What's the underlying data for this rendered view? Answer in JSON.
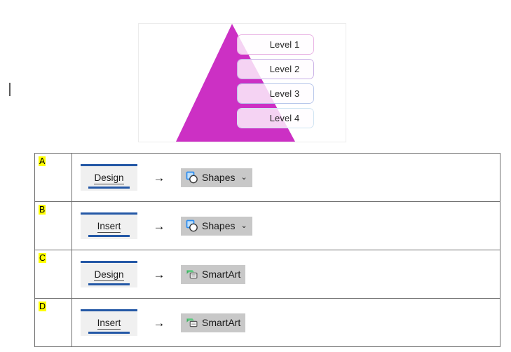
{
  "question_graphic": {
    "name": "pyramid-smartart-graphic",
    "shape": "pyramid",
    "pyramid_color": "#cc30c4",
    "levels": [
      {
        "label": "Level 1",
        "border_color": "#e9b3e4"
      },
      {
        "label": "Level 2",
        "border_color": "#c9b0e6"
      },
      {
        "label": "Level 3",
        "border_color": "#b7c6ea"
      },
      {
        "label": "Level 4",
        "border_color": "#cfe4f2"
      }
    ]
  },
  "answers": {
    "columns": [
      "letter",
      "steps"
    ],
    "rows": [
      {
        "letter": "A",
        "tab": "Design",
        "arrow": "→",
        "command": "Shapes",
        "command_icon": "shapes-icon",
        "has_dropdown": true,
        "dropdown_caret": "⌄"
      },
      {
        "letter": "B",
        "tab": "Insert",
        "arrow": "→",
        "command": "Shapes",
        "command_icon": "shapes-icon",
        "has_dropdown": true,
        "dropdown_caret": "⌄"
      },
      {
        "letter": "C",
        "tab": "Design",
        "arrow": "→",
        "command": "SmartArt",
        "command_icon": "smartart-icon",
        "has_dropdown": false,
        "dropdown_caret": ""
      },
      {
        "letter": "D",
        "tab": "Insert",
        "arrow": "→",
        "command": "SmartArt",
        "command_icon": "smartart-icon",
        "has_dropdown": false,
        "dropdown_caret": ""
      }
    ]
  },
  "colors": {
    "highlight": "#ffff00",
    "tab_accent": "#2458a6",
    "chip_bg": "#c8c8c8",
    "tab_bg": "#f0f0f0",
    "table_border": "#6e6e6e",
    "shapes_icon_blue": "#2b8cf0",
    "smartart_icon_green": "#5dc97f"
  }
}
